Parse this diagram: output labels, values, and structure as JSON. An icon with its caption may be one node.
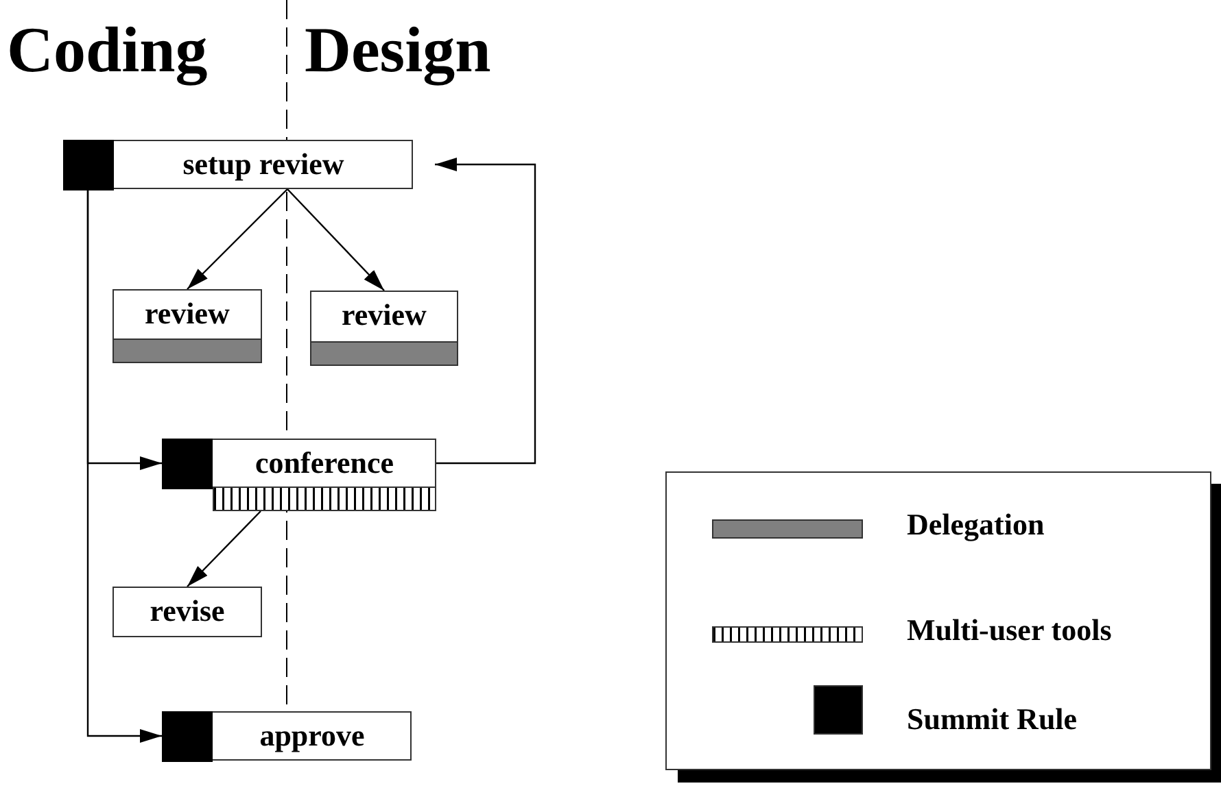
{
  "diagram": {
    "nodes": [
      {
        "text": [
          "setup review"
        ]
      },
      {
        "text": [
          "review"
        ]
      },
      {
        "text": [
          "review"
        ]
      },
      {
        "text": [
          "conference"
        ]
      },
      {
        "text": [
          "revise"
        ]
      },
      {
        "text": [
          "approve"
        ]
      },
      {
        "text": [],
        "shape": "bar",
        "in": 1
      },
      {
        "text": [],
        "shape": "bar",
        "in": 2
      },
      {
        "text": [],
        "shape": "bar"
      }
    ],
    "edges": [
      {
        "from": 0,
        "to": 1,
        "arrow": "to"
      },
      {
        "from": 0,
        "to": 2,
        "arrow": "to"
      },
      {
        "from": 0,
        "to": 3,
        "arrow": "to"
      },
      {
        "from": 3,
        "to": 0,
        "arrow": "to"
      },
      {
        "from": 8,
        "to": 4,
        "arrow": "to"
      },
      {
        "from": 0,
        "to": 5,
        "arrow": "to"
      }
    ],
    "labels": [
      "Coding",
      "Design"
    ],
    "legend": [
      {
        "text": "Delegation",
        "color": "#808080"
      },
      {
        "text": "Multi-user tools"
      },
      {
        "text": "Summit Rule",
        "color": "#000000"
      }
    ]
  }
}
